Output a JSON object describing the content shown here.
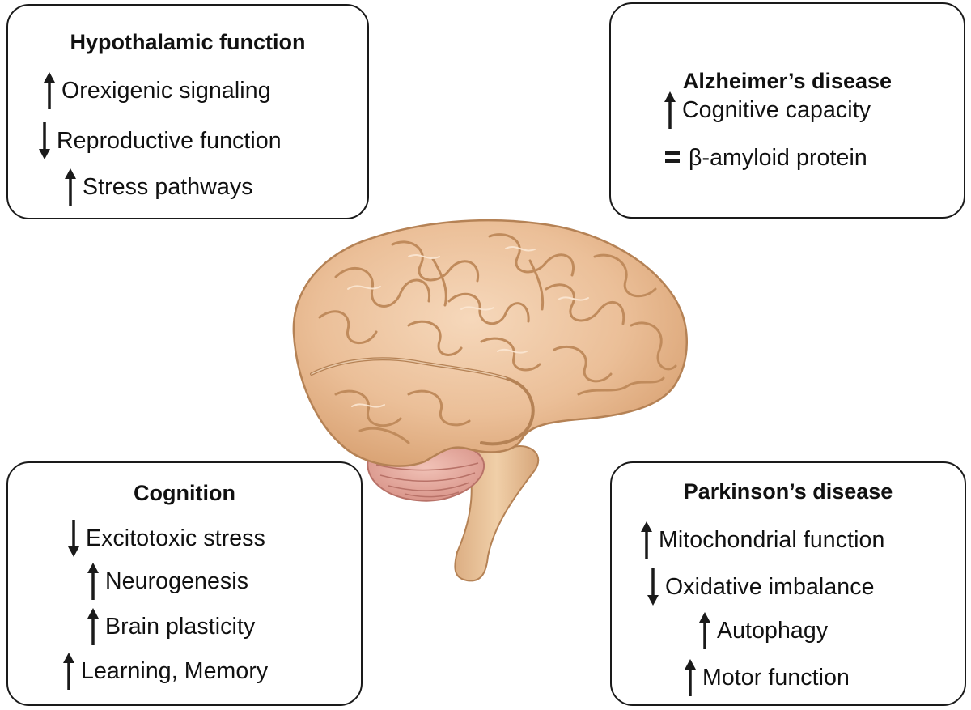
{
  "boxes": {
    "hypothalamic": {
      "title": "Hypothalamic function",
      "items": [
        {
          "dir": "up",
          "text": "Orexigenic signaling"
        },
        {
          "dir": "down",
          "text": "Reproductive function"
        },
        {
          "dir": "up",
          "text": "Stress pathways"
        }
      ]
    },
    "alzheimers": {
      "title": "Alzheimer’s disease",
      "items": [
        {
          "dir": "up",
          "text": "Cognitive capacity"
        },
        {
          "dir": "equal",
          "text": "β-amyloid protein"
        }
      ]
    },
    "cognition": {
      "title": "Cognition",
      "items": [
        {
          "dir": "down",
          "text": "Excitotoxic stress"
        },
        {
          "dir": "up",
          "text": "Neurogenesis"
        },
        {
          "dir": "up",
          "text": "Brain plasticity"
        },
        {
          "dir": "up",
          "text": "Learning, Memory"
        }
      ]
    },
    "parkinsons": {
      "title": "Parkinson’s disease",
      "items": [
        {
          "dir": "up",
          "text": "Mitochondrial function"
        },
        {
          "dir": "down",
          "text": "Oxidative imbalance"
        },
        {
          "dir": "up",
          "text": "Autophagy"
        },
        {
          "dir": "up",
          "text": "Motor function"
        }
      ]
    }
  },
  "colors": {
    "brain_fill": "#ebbf98",
    "brain_outline": "#b58255",
    "cerebellum": "#e7aba0",
    "brainstem": "#e9bf97",
    "stroke": "#1a1a1a"
  },
  "icons": {
    "up": "arrow-up-icon",
    "down": "arrow-down-icon",
    "equal": "equals-icon"
  }
}
